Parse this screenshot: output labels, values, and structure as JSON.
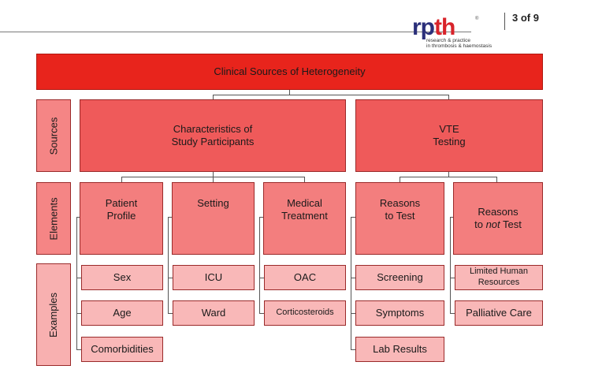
{
  "header": {
    "logo_main_left": "rp",
    "logo_main_right": "th",
    "logo_reg": "®",
    "logo_sub_line1": "research & practice",
    "logo_sub_line2": "in thrombosis & haemostasis",
    "page_indicator": "3 of 9"
  },
  "diagram": {
    "title": "Clinical Sources of Heterogeneity",
    "row_labels": [
      "Sources",
      "Elements",
      "Examples"
    ],
    "sources": [
      {
        "line1": "Characteristics of",
        "line2": "Study Participants"
      },
      {
        "line1": "VTE",
        "line2": "Testing"
      }
    ],
    "elements": [
      {
        "line1": "Patient",
        "line2": "Profile"
      },
      {
        "line1": "Setting",
        "line2": ""
      },
      {
        "line1": "Medical",
        "line2": "Treatment"
      },
      {
        "line1": "Reasons",
        "line2": "to Test"
      },
      {
        "line1": "Reasons",
        "line2_pre": "to ",
        "line2_em": "not",
        "line2_post": " Test"
      }
    ],
    "examples": {
      "patient_profile": [
        "Sex",
        "Age",
        "Comorbidities"
      ],
      "setting": [
        "ICU",
        "Ward"
      ],
      "medical_treatment": [
        "OAC",
        "Corticosteroids"
      ],
      "reasons_to_test": [
        "Screening",
        "Symptoms",
        "Lab Results"
      ],
      "reasons_not_test": [
        {
          "line1": "Limited Human",
          "line2": "Resources"
        },
        "Palliative Care"
      ]
    }
  }
}
